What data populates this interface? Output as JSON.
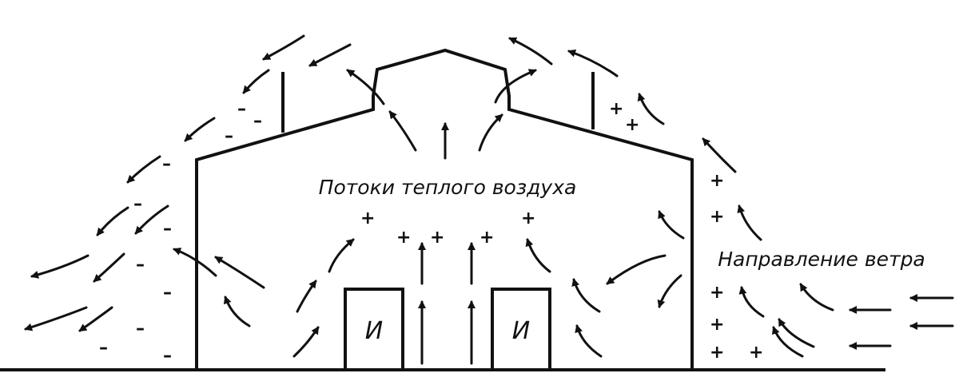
{
  "labels": {
    "warm_air": "Потоки теплого воздуха",
    "wind_direction": "Направление ветра",
    "source_left": "И",
    "source_right": "И"
  },
  "signs": {
    "negative": "–",
    "positive": "+"
  }
}
